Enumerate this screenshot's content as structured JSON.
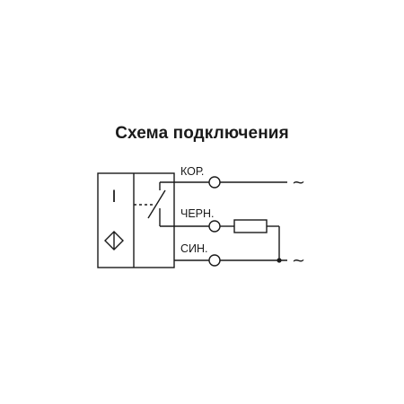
{
  "diagram": {
    "title": "Схема подключения",
    "sensor_symbol": "I",
    "terminals": {
      "kor": "КОР.",
      "chern": "ЧЕРН.",
      "sin": "СИН."
    },
    "ac_symbol": "~"
  }
}
